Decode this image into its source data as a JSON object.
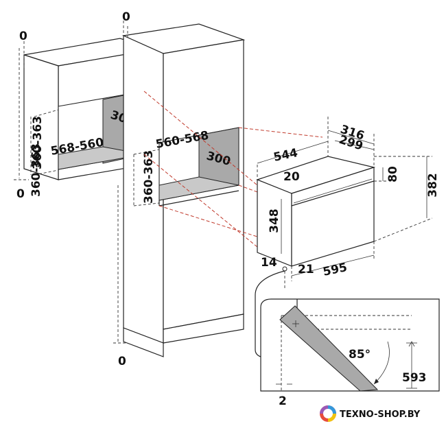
{
  "cabinet_wall": {
    "top_gap": "0",
    "bottom_gap": "0",
    "depth": "300",
    "width": "568-560",
    "height_upper": "360-363",
    "height_lower": "360-363"
  },
  "cabinet_tall": {
    "top_gap": "0",
    "bottom_gap": "0",
    "width": "560-568",
    "depth": "300",
    "height": "360-363"
  },
  "appliance": {
    "depth_544": "544",
    "depth_316": "316",
    "depth_299": "299",
    "front_20": "20",
    "panel_80": "80",
    "height_382": "382",
    "height_348": "348",
    "offset_14": "14",
    "offset_21": "21",
    "width_595": "595"
  },
  "detail": {
    "angle": "85°",
    "height_593": "593",
    "gap_2": "2"
  },
  "logo": {
    "text": "TEXNO-SHOP.BY",
    "colors": [
      "#e74c3c",
      "#3498db",
      "#f1c40f",
      "#9b59b6"
    ]
  }
}
